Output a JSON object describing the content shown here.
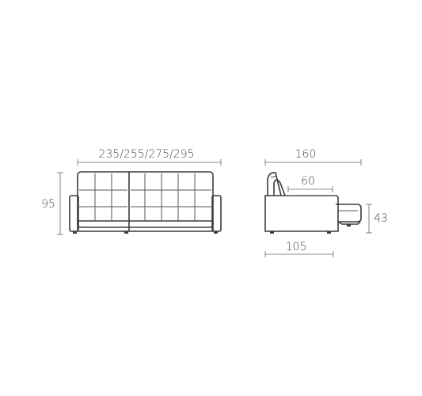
{
  "front_view": {
    "width_label": "235/255/275/295",
    "height_label": "95"
  },
  "side_view": {
    "depth_label": "160",
    "seat_depth_label": "60",
    "seat_height_label": "43",
    "base_depth_label": "105"
  },
  "colors": {
    "outline": "#3c3c3c",
    "dimension": "#666666",
    "text": "#4a4a4a"
  }
}
